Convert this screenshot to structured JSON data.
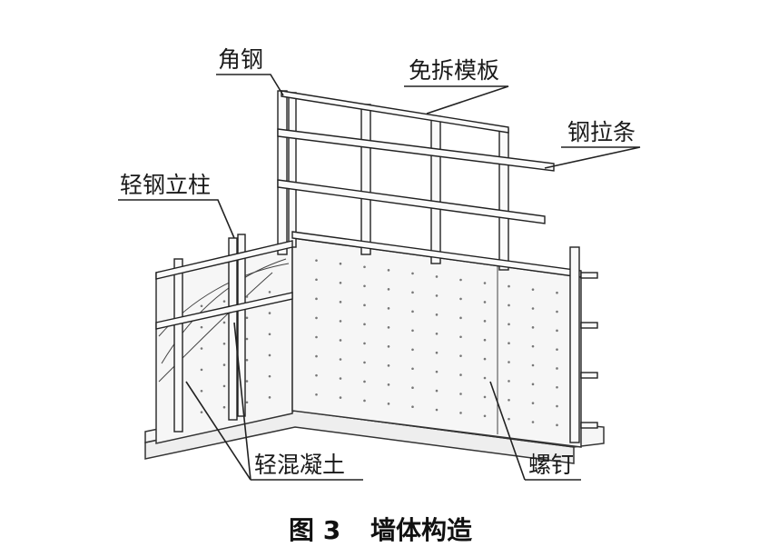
{
  "labels": {
    "angle_steel": "角钢",
    "permanent_formwork": "免拆模板",
    "steel_tie_bar": "钢拉条",
    "light_steel_stud": "轻钢立柱",
    "lightweight_concrete": "轻混凝土",
    "screw": "螺钉"
  },
  "caption": {
    "number": "图 3",
    "title": "墙体构造"
  }
}
